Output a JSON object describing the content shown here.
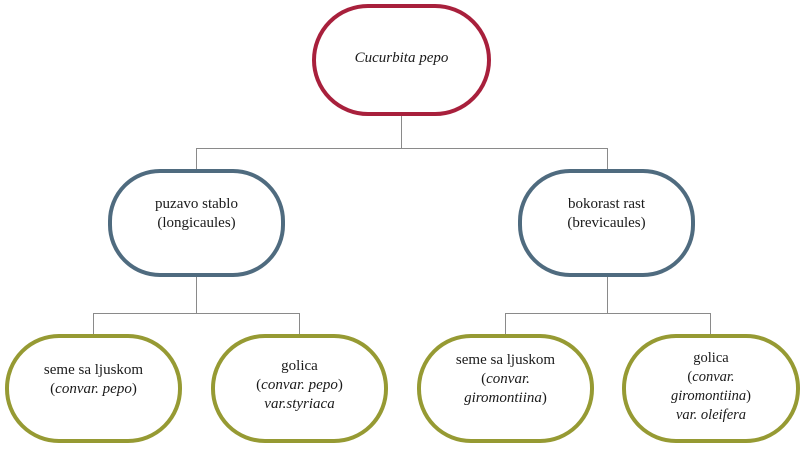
{
  "colors": {
    "root_border": "#a8203c",
    "mid_border": "#4f6b7f",
    "leaf_border": "#969a33",
    "connector": "#8a8a8a"
  },
  "root": {
    "name": "Cucurbita pepo"
  },
  "left_branch": {
    "line1": "puzavo stablo",
    "line2": "(longicaules)",
    "leaf_a": {
      "line1": "seme sa ljuskom",
      "line2_open": "(",
      "line2_italic": "convar. pepo",
      "line2_close": ")"
    },
    "leaf_b": {
      "line1": "golica",
      "line2_open": "(",
      "line2_italic": "convar. pepo",
      "line2_close": ")",
      "line3_italic": "var.styriaca"
    }
  },
  "right_branch": {
    "line1": "bokorast rast",
    "line2": "(brevicaules)",
    "leaf_a": {
      "line1": "seme sa ljuskom",
      "line2_open": "(",
      "line2_italic": "convar.",
      "line3_italic": "giromontiina",
      "line3_close": ")"
    },
    "leaf_b": {
      "line1": "golica",
      "line2_open": "(",
      "line2_italic": "convar.",
      "line3_italic": "giromontiina",
      "line3_close": ")",
      "line4_italic": "var. oleifera"
    }
  }
}
